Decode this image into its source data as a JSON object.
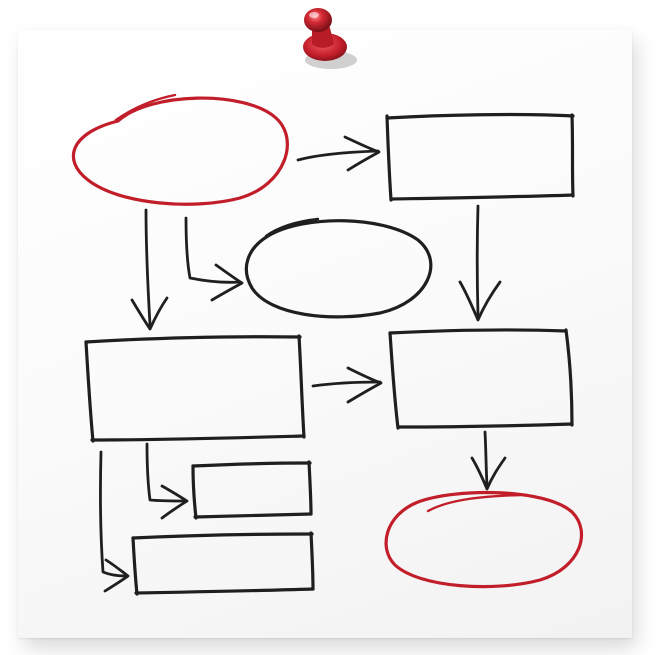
{
  "note": {
    "paper_color": "#f7f7f7",
    "ink_color": "#1f1f1f",
    "accent_color": "#c21e2a"
  },
  "pin": {
    "icon": "push-pin-icon",
    "color": "#d42a34"
  },
  "diagram": {
    "nodes": [
      {
        "id": "start",
        "shape": "ellipse",
        "color": "#c21e2a",
        "label": ""
      },
      {
        "id": "process-1",
        "shape": "rectangle",
        "color": "#1f1f1f",
        "label": ""
      },
      {
        "id": "decision",
        "shape": "ellipse",
        "color": "#1f1f1f",
        "label": ""
      },
      {
        "id": "process-2",
        "shape": "rectangle",
        "color": "#1f1f1f",
        "label": ""
      },
      {
        "id": "process-3",
        "shape": "rectangle",
        "color": "#1f1f1f",
        "label": ""
      },
      {
        "id": "sub-1",
        "shape": "rectangle",
        "color": "#1f1f1f",
        "label": ""
      },
      {
        "id": "sub-2",
        "shape": "rectangle",
        "color": "#1f1f1f",
        "label": ""
      },
      {
        "id": "end",
        "shape": "ellipse",
        "color": "#c21e2a",
        "label": ""
      }
    ],
    "edges": [
      {
        "from": "start",
        "to": "process-1"
      },
      {
        "from": "start",
        "to": "process-2"
      },
      {
        "from": "start",
        "to": "decision"
      },
      {
        "from": "process-1",
        "to": "process-3"
      },
      {
        "from": "process-2",
        "to": "process-3"
      },
      {
        "from": "process-2",
        "to": "sub-1"
      },
      {
        "from": "process-2",
        "to": "sub-2"
      },
      {
        "from": "process-3",
        "to": "end"
      }
    ]
  }
}
